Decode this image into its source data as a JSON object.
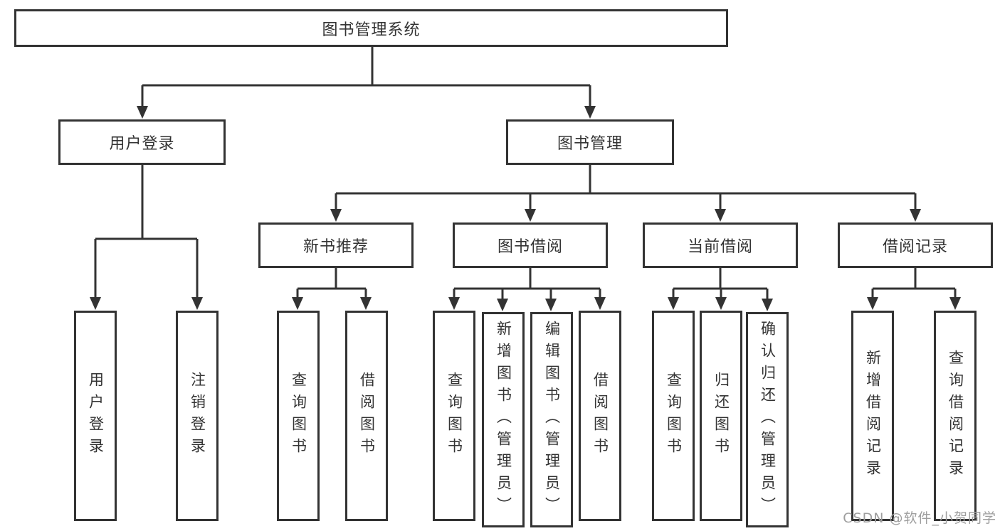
{
  "diagram": {
    "type": "tree",
    "nodes": {
      "root": {
        "label": "图书管理系统"
      },
      "user_login": {
        "label": "用户登录",
        "children": [
          {
            "label": "用户登录"
          },
          {
            "label": "注销登录"
          }
        ]
      },
      "book_mgmt": {
        "label": "图书管理",
        "children": [
          {
            "label": "新书推荐",
            "children": [
              {
                "label": "查询图书"
              },
              {
                "label": "借阅图书"
              }
            ]
          },
          {
            "label": "图书借阅",
            "children": [
              {
                "label": "查询图书"
              },
              {
                "label": "新增图书（管理员）"
              },
              {
                "label": "编辑图书（管理员）"
              },
              {
                "label": "借阅图书"
              }
            ]
          },
          {
            "label": "当前借阅",
            "children": [
              {
                "label": "查询图书"
              },
              {
                "label": "归还图书"
              },
              {
                "label": "确认归还（管理员）"
              }
            ]
          },
          {
            "label": "借阅记录",
            "children": [
              {
                "label": "新增借阅记录"
              },
              {
                "label": "查询借阅记录"
              }
            ]
          }
        ]
      }
    },
    "colors": {
      "line": "#333333",
      "box_border": "#333333",
      "text": "#333333",
      "watermark": "#9e9e9e",
      "background": "#ffffff"
    }
  },
  "watermark": {
    "text": "CSDN @软件_小贺同学"
  }
}
